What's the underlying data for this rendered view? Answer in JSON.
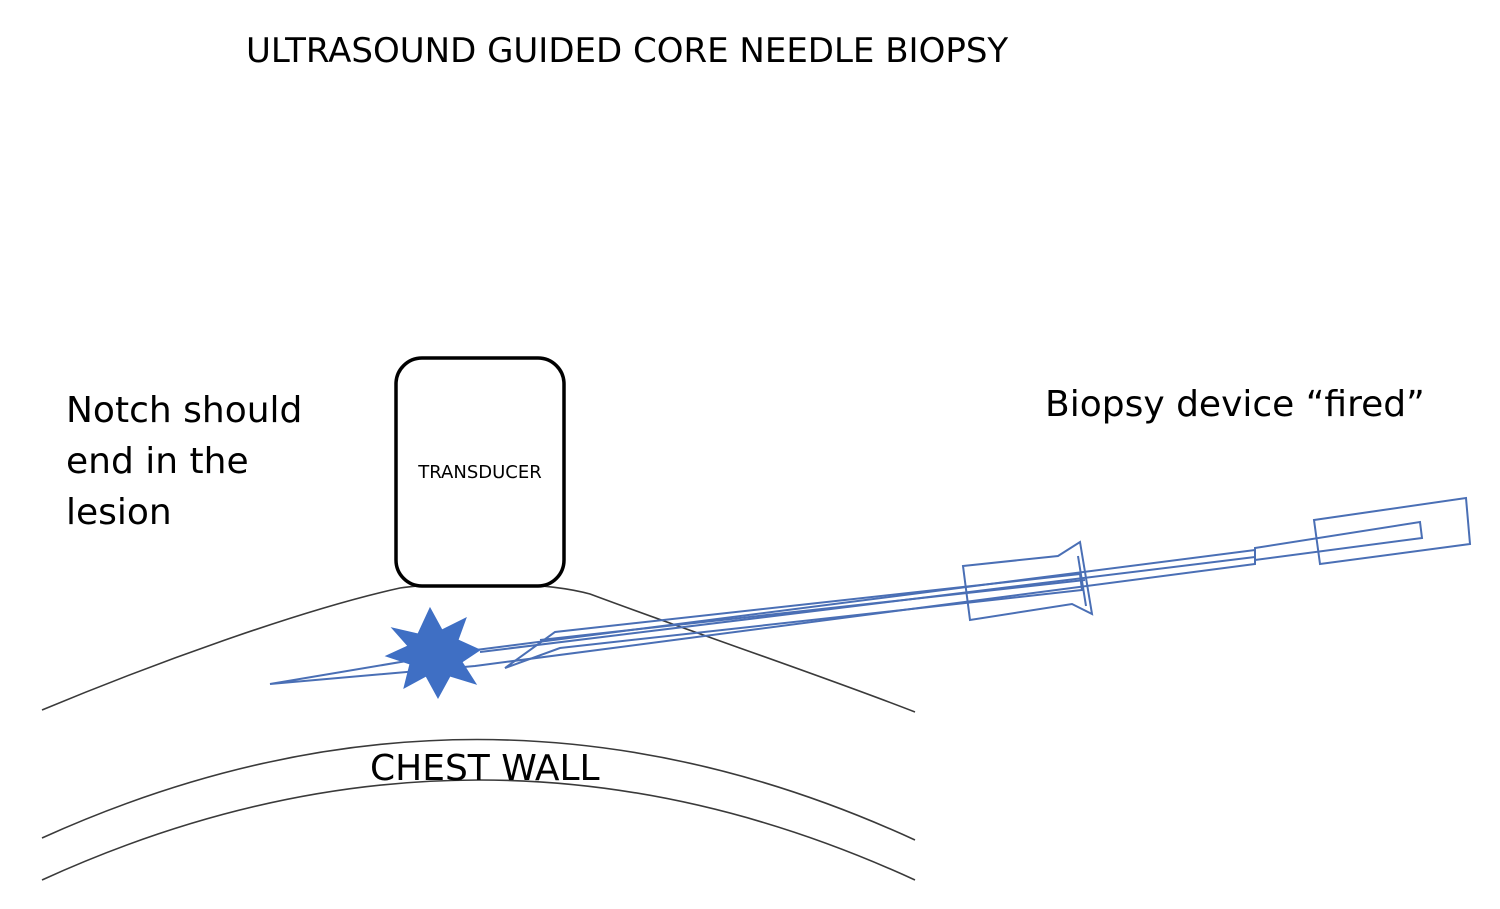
{
  "title": "ULTRASOUND GUIDED CORE NEEDLE BIOPSY",
  "annotation_left": {
    "lines": [
      "Notch should",
      "end in the",
      "lesion"
    ]
  },
  "annotation_right": "Biopsy device “fired”",
  "transducer_label": "TRANSDUCER",
  "chest_wall_label": "CHEST WALL",
  "colors": {
    "needle": "#4a6fb5",
    "lesion": "#3f6fc4",
    "outline": "#000000",
    "tissue": "#3a3a3a"
  }
}
